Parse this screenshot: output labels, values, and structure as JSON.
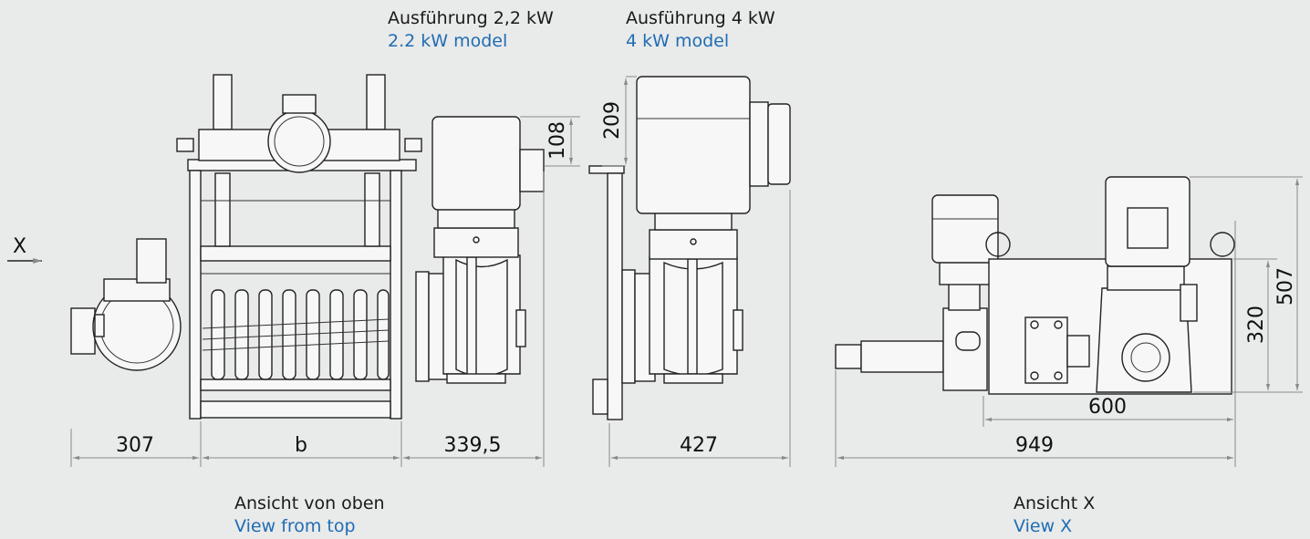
{
  "captions": {
    "model_22_de": "Ausführung 2,2 kW",
    "model_22_en": "2.2 kW model",
    "model_4_de": "Ausführung 4 kW",
    "model_4_en": "4 kW model",
    "top_view_de": "Ansicht von oben",
    "top_view_en": "View from top",
    "view_x_de": "Ansicht X",
    "view_x_en": "View X"
  },
  "view_marker": "X",
  "dimensions": {
    "d307": "307",
    "db": "b",
    "d339": "339,5",
    "d427": "427",
    "d949": "949",
    "d600": "600",
    "d209": "209",
    "d108": "108",
    "d320": "320",
    "d507": "507"
  },
  "colors": {
    "english_text": "#1f6db3",
    "background": "#e9eaea",
    "dimension_lines": "#8a8a8a"
  }
}
